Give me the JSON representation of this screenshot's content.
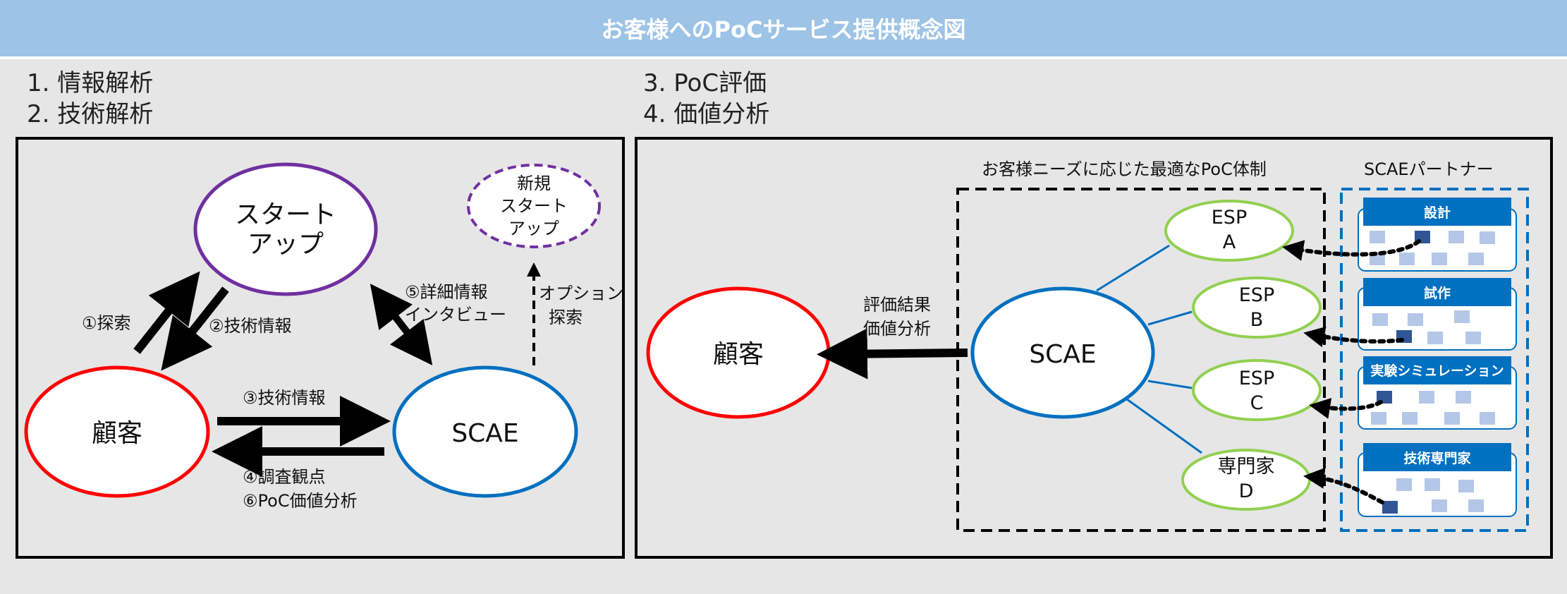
{
  "title": "お客様へのPoCサービス提供概念図",
  "left": {
    "heading_1": "1. 情報解析",
    "heading_2": "2. 技術解析",
    "nodes": {
      "startup": [
        "スタート",
        "アップ"
      ],
      "new_startup": [
        "新規",
        "スタート",
        "アップ"
      ],
      "customer": "顧客",
      "scae": "SCAE"
    },
    "labels": {
      "search": "①探索",
      "tech_info_2": "②技術情報",
      "tech_info_3": "③技術情報",
      "survey": "④調査観点",
      "poc_value": "⑥PoC価値分析",
      "detail_1": "⑤詳細情報",
      "detail_2": "インタビュー",
      "option_1": "オプション",
      "option_2": "探索"
    }
  },
  "right": {
    "heading_3": "3. PoC評価",
    "heading_4": "4. 価値分析",
    "poc_system_label": "お客様ニーズに応じた最適なPoC体制",
    "partner_label": "SCAEパートナー",
    "eval_1": "評価結果",
    "eval_2": "価値分析",
    "customer": "顧客",
    "scae": "SCAE",
    "esps": [
      {
        "line1": "ESP",
        "line2": "A"
      },
      {
        "line1": "ESP",
        "line2": "B"
      },
      {
        "line1": "ESP",
        "line2": "C"
      },
      {
        "line1": "専門家",
        "line2": "D"
      }
    ],
    "partners": [
      "設計",
      "試作",
      "実験シミュレーション",
      "技術専門家"
    ]
  },
  "colors": {
    "header": "#9dc3e6",
    "startup": "#7030a0",
    "customer": "#ff0000",
    "scae": "#0070c0",
    "esp": "#92d050",
    "partner_header": "#0070c0",
    "partner_block_light": "#b4c7e7",
    "partner_block_dark": "#2f5597"
  }
}
